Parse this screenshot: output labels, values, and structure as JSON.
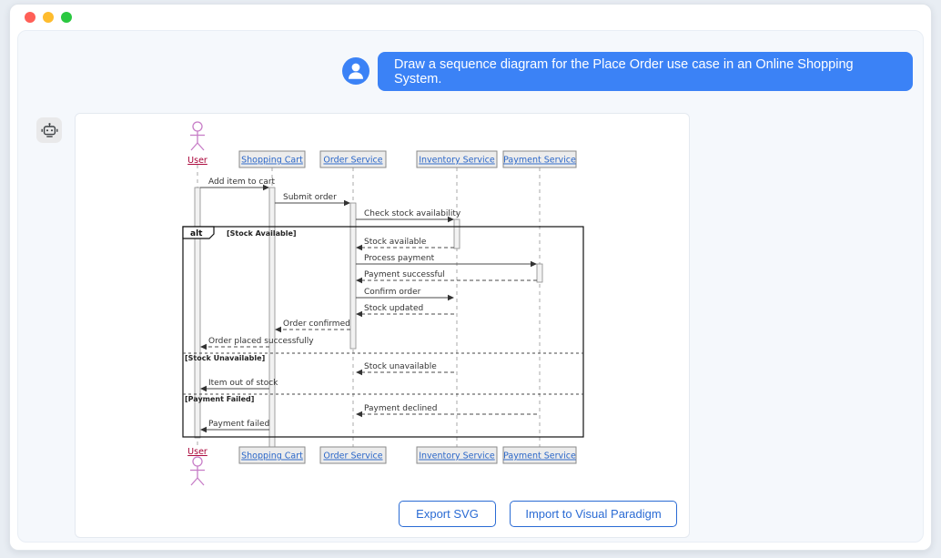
{
  "window": {
    "controls": [
      "close",
      "minimize",
      "maximize"
    ]
  },
  "chat": {
    "user_message": "Draw a sequence diagram for the Place Order use case in an Online Shopping System."
  },
  "icons": {
    "user_avatar": "person-icon",
    "assistant": "robot-icon"
  },
  "colors": {
    "accent_blue": "#3b82f6",
    "button_blue": "#2a6bd4",
    "link_blue": "#2a66c8",
    "actor_stroke": "#c77dc7",
    "actor_label": "#a80036"
  },
  "actions": {
    "export_svg": "Export SVG",
    "import_vp": "Import to Visual Paradigm"
  },
  "diagram": {
    "type": "sequence",
    "actor": "User",
    "participants": [
      "Shopping Cart",
      "Order Service",
      "Inventory Service",
      "Payment Service"
    ],
    "messages": [
      {
        "from": "User",
        "to": "Shopping Cart",
        "label": "Add item to cart",
        "style": "solid"
      },
      {
        "from": "Shopping Cart",
        "to": "Order Service",
        "label": "Submit order",
        "style": "solid"
      },
      {
        "from": "Order Service",
        "to": "Inventory Service",
        "label": "Check stock availability",
        "style": "solid"
      },
      {
        "from": "Inventory Service",
        "to": "Order Service",
        "label": "Stock available",
        "style": "dashed"
      },
      {
        "from": "Order Service",
        "to": "Payment Service",
        "label": "Process payment",
        "style": "solid"
      },
      {
        "from": "Payment Service",
        "to": "Order Service",
        "label": "Payment successful",
        "style": "dashed"
      },
      {
        "from": "Order Service",
        "to": "Inventory Service",
        "label": "Confirm order",
        "style": "solid"
      },
      {
        "from": "Inventory Service",
        "to": "Order Service",
        "label": "Stock updated",
        "style": "dashed"
      },
      {
        "from": "Order Service",
        "to": "Shopping Cart",
        "label": "Order confirmed",
        "style": "dashed"
      },
      {
        "from": "Shopping Cart",
        "to": "User",
        "label": "Order placed successfully",
        "style": "dashed"
      },
      {
        "from": "Inventory Service",
        "to": "Order Service",
        "label": "Stock unavailable",
        "style": "dashed"
      },
      {
        "from": "Shopping Cart",
        "to": "User",
        "label": "Item out of stock",
        "style": "solid"
      },
      {
        "from": "Payment Service",
        "to": "Order Service",
        "label": "Payment declined",
        "style": "dashed"
      },
      {
        "from": "Shopping Cart",
        "to": "User",
        "label": "Payment failed",
        "style": "solid"
      }
    ],
    "alt": {
      "operator": "alt",
      "guards": [
        "[Stock Available]",
        "[Stock Unavailable]",
        "[Payment Failed]"
      ]
    }
  }
}
